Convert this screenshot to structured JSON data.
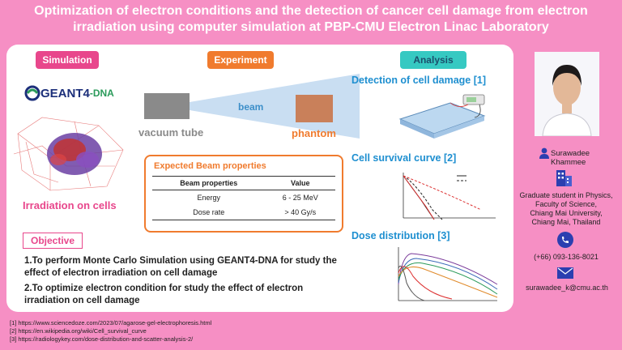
{
  "title": {
    "line1": "Optimization of electron conditions and the detection of cancer cell damage from electron",
    "line2": "irradiation using computer simulation at PBP-CMU Electron Linac Laboratory"
  },
  "sections": {
    "simulation": "Simulation",
    "experiment": "Experiment",
    "analysis": "Analysis"
  },
  "simulation": {
    "logo_main": "GEANT4",
    "logo_suffix": "-DNA",
    "caption": "Irradiation on cells"
  },
  "experiment": {
    "vacuum_label": "vacuum tube",
    "beam_label": "beam",
    "phantom_label": "phantom",
    "beam_props": {
      "title": "Expected Beam properties",
      "headers": [
        "Beam properties",
        "Value"
      ],
      "rows": [
        [
          "Energy",
          "6 - 25 MeV"
        ],
        [
          "Dose rate",
          "> 40 Gy/s"
        ]
      ]
    }
  },
  "objective": {
    "label": "Objective",
    "item1": "1.To perform Monte Carlo Simulation using GEANT4-DNA for study the effect of electron irradiation on cell damage",
    "item2": "2.To optimize electron condition for study the effect of electron irradiation on cell damage"
  },
  "analysis": {
    "detection": "Detection of cell damage [1]",
    "survival": "Cell survival curve [2]",
    "dose": "Dose distribution [3]"
  },
  "references": [
    "[1] https://www.sciencedoze.com/2023/07/agarose-gel-electrophoresis.html",
    "[2] https://en.wikipedia.org/wiki/Cell_survival_curve",
    "[3] https://radiologykey.com/dose-distribution-and-scatter-analysis-2/"
  ],
  "profile": {
    "name": "Surawadee Khammee",
    "affiliation": [
      "Graduate student in Physics,",
      "Faculty of Science,",
      "Chiang Mai University,",
      "Chiang Mai, Thailand"
    ],
    "phone": "(+66) 093-136-8021",
    "email": "surawadee_k@cmu.ac.th"
  },
  "icons": [
    "person-icon",
    "building-icon",
    "phone-icon",
    "mail-icon"
  ],
  "colors": {
    "background": "#f68fc4",
    "pink": "#e8478c",
    "orange": "#f07b2e",
    "teal": "#36c9c2",
    "blue": "#1e8fd0",
    "navy": "#1c2f7a"
  }
}
